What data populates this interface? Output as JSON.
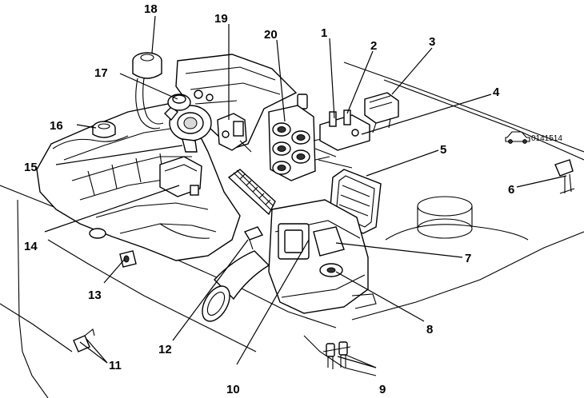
{
  "figure": {
    "code": "0141514",
    "callouts": [
      {
        "id": "c1",
        "text": "1"
      },
      {
        "id": "c2",
        "text": "2"
      },
      {
        "id": "c3",
        "text": "3"
      },
      {
        "id": "c4",
        "text": "4"
      },
      {
        "id": "c5",
        "text": "5"
      },
      {
        "id": "c6",
        "text": "6"
      },
      {
        "id": "c7",
        "text": "7"
      },
      {
        "id": "c8",
        "text": "8"
      },
      {
        "id": "c9",
        "text": "9"
      },
      {
        "id": "c10",
        "text": "10"
      },
      {
        "id": "c11",
        "text": "11"
      },
      {
        "id": "c12",
        "text": "12"
      },
      {
        "id": "c13",
        "text": "13"
      },
      {
        "id": "c14",
        "text": "14"
      },
      {
        "id": "c15",
        "text": "15"
      },
      {
        "id": "c16",
        "text": "16"
      },
      {
        "id": "c17",
        "text": "17"
      },
      {
        "id": "c18",
        "text": "18"
      },
      {
        "id": "c19",
        "text": "19"
      },
      {
        "id": "c20",
        "text": "20"
      }
    ]
  }
}
